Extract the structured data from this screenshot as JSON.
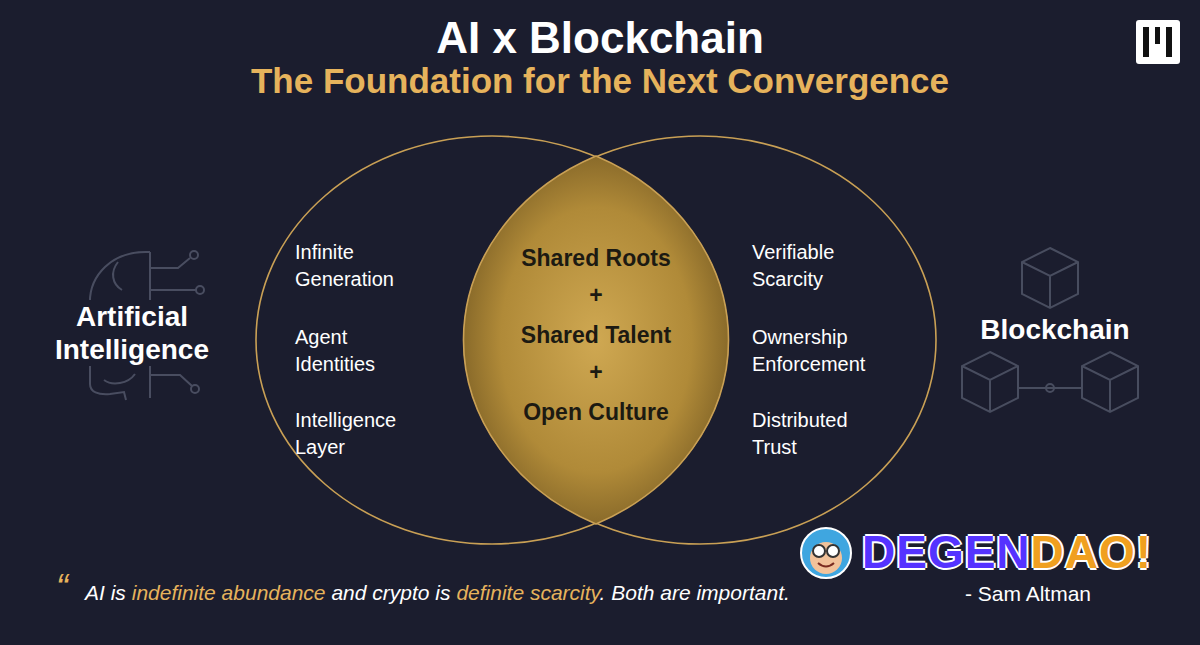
{
  "diagram": {
    "title": "AI x Blockchain",
    "nodes": [
      {
        "text": [
          "Artificial Intelligence",
          "Infinite Generation",
          "Agent Identities",
          "Intelligence Layer"
        ]
      },
      {
        "text": [
          "Blockchain",
          "Verifiable Scarcity",
          "Ownership Enforcement",
          "Distributed Trust"
        ]
      },
      {
        "text": [
          "Shared Roots",
          "+",
          "Shared Talent",
          "+",
          "Open Culture"
        ]
      }
    ],
    "labels": [
      "The Foundation for the Next Convergence",
      "“",
      "AI is",
      "indefinite abundance",
      "and crypto is",
      "definite scarcity",
      ". Both are important.",
      "- Sam Altman",
      "DEGEN",
      "DAO!"
    ]
  }
}
